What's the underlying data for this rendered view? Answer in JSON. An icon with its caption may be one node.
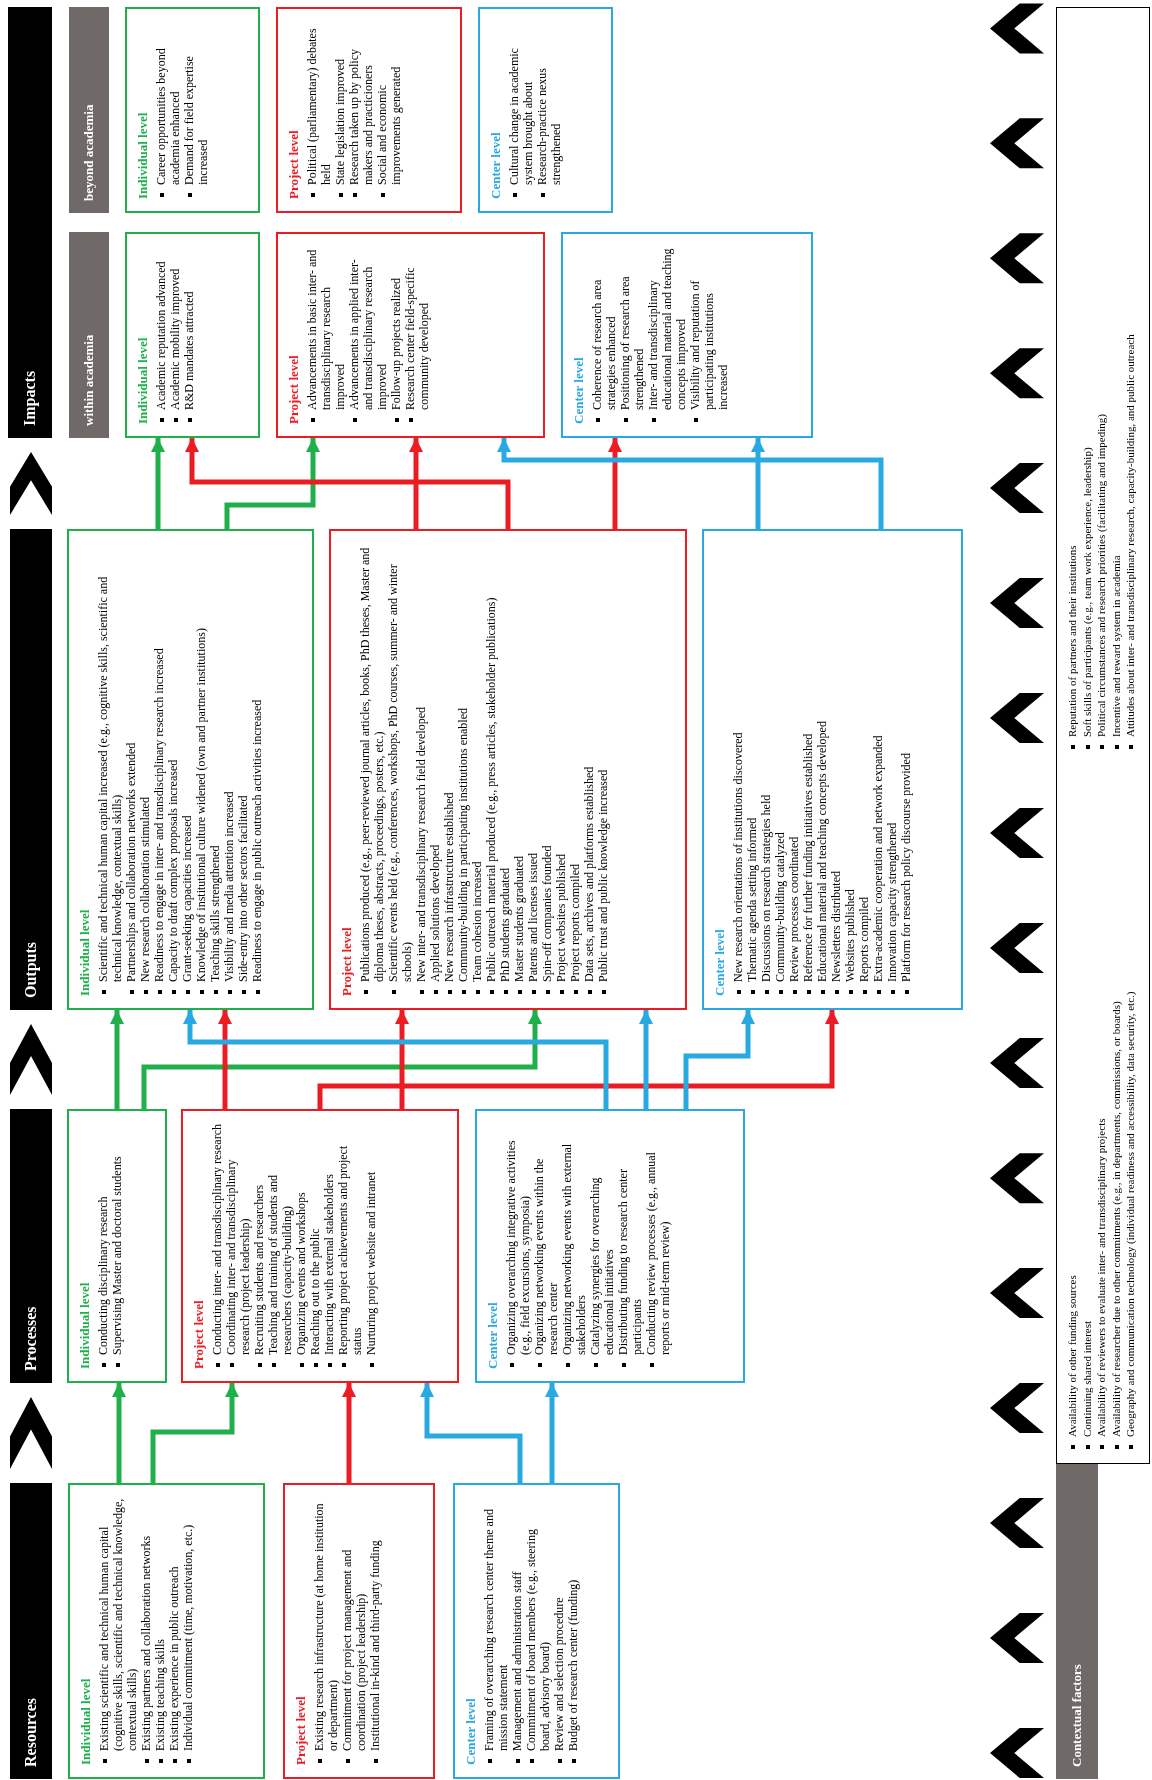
{
  "diagram": {
    "nodes": [
      {
        "text": [
          "Resources"
        ]
      },
      {
        "text": [
          "Individual level",
          "Existing scientific and technical human capital (cognitive skills, scientific and technical knowledge, contextual skills)",
          "Existing partners and collaboration networks",
          "Existing teaching skills",
          "Existing experience in public outreach",
          "Individual commitment (time, motivation, etc.)"
        ]
      },
      {
        "text": [
          "Project level",
          "Existing research infrastructure (at home institution or department)",
          "Commitment for project management and coordination (project leadership)",
          "Institutional in-kind and third-party funding"
        ]
      },
      {
        "text": [
          "Center level",
          "Framing of overarching research center theme and mission statement",
          "Management and administration staff",
          "Commitment of board members (e.g., steering board, advisory board)",
          "Review and selection procedure",
          "Budget of research center (funding)"
        ]
      },
      {
        "text": [
          "Processes"
        ]
      },
      {
        "text": [
          "Individual level",
          "Conducting disciplinary research",
          "Supervising Master and doctoral students"
        ]
      },
      {
        "text": [
          "Project level",
          "Conducting inter- and transdisciplinary research",
          "Coordinating inter- and transdisciplinary research (project leadership)",
          "Recruiting students and researchers",
          "Teaching and training of students and researchers (capacity-building)",
          "Organizing events and workshops",
          "Reaching out to the public",
          "Interacting with external stakeholders",
          "Reporting project achievements and project status",
          "Nurturing project website and intranet"
        ]
      },
      {
        "text": [
          "Center level",
          "Organizing overarching integrative activities (e.g., field excursions, symposia)",
          "Organizing networking events within the research center",
          "Organizing networking events with external stakeholders",
          "Catalyzing synergies for overarching educational initiatives",
          "Distributing funding to research center participants",
          "Conducting review processes (e.g., annual reports or mid-term review)"
        ]
      },
      {
        "text": [
          "Outputs"
        ]
      },
      {
        "text": [
          "Individual level",
          "Scientific and technical human capital increased (e.g., cognitive skills, scientific and technical knowledge, contextual skills)",
          "Partnerships and collaboration networks extended",
          "New research collaboration stimulated",
          "Readiness to engage in inter- and transdisciplinary research increased",
          "Capacity to draft complex proposals increased",
          "Grant-seeking capacities increased",
          "Knowledge of institutional culture widened (own and partner institutions)",
          "Teaching skills strengthened",
          "Visibility and media attention increased",
          "Side-entry into other sectors facilitated",
          "Readiness to engage in public outreach activities increased"
        ]
      },
      {
        "text": [
          "Project level",
          "Publications produced (e.g., peer-reviewed journal articles, books, PhD theses, Master and diploma theses, abstracts, proceedings, posters, etc.)",
          "Scientific events held (e.g., conferences, workshops, PhD courses, summer- and winter schools)",
          "New inter- and transdisciplinary research field developed",
          "Applied solutions developed",
          "New research infrastructure established",
          "Community-building in participating institutions enabled",
          "Team cohesion increased",
          "Public outreach material produced (e.g., press articles, stakeholder publications)",
          "PhD students graduated",
          "Master students graduated",
          "Patents and licenses issued",
          "Spin-off companies founded",
          "Project websites published",
          "Project reports compiled",
          "Data sets, archives and platforms established",
          "Public trust and public knowledge increased"
        ]
      },
      {
        "text": [
          "Center level",
          "New research orientations of institutions discovered",
          "Thematic agenda setting informed",
          "Discussions on research strategies held",
          "Community-building catalyzed",
          "Review processes coordinated",
          "Reference for further funding initiatives established",
          "Educational material and teaching concepts developed",
          "Newsletters distributed",
          "Websites published",
          "Reports compiled",
          "Extra-academic cooperation and network expanded",
          "Innovation capacity strengthened",
          "Platform for research policy discourse provided"
        ]
      },
      {
        "text": [
          "Impacts"
        ]
      },
      {
        "text": [
          "within academia"
        ]
      },
      {
        "text": [
          "beyond academia"
        ]
      },
      {
        "text": [
          "Individual level",
          "Academic reputation advanced",
          "Academic mobility improved",
          "R&D mandates attracted"
        ]
      },
      {
        "text": [
          "Project level",
          "Advancements in basic inter- and transdisciplinary research improved",
          "Advancements in applied inter- and transdisciplinary research improved",
          "Follow-up projects realized",
          "Research center field-specific community developed"
        ]
      },
      {
        "text": [
          "Center level",
          "Coherence of research area strategies enhanced",
          "Positioning of research area strengthened",
          "Inter- and transdisciplinary educational material and teaching concepts improved",
          "Visibility and reputation of participating institutions increased"
        ]
      },
      {
        "text": [
          "Individual level",
          "Career opportunities beyond academia enhanced",
          "Demand for field expertise increased"
        ]
      },
      {
        "text": [
          "Project level",
          "Political (parliamentary) debates held",
          "State legislation improved",
          "Research taken up by policy makers and practicioners",
          "Social and economic improvements generated"
        ]
      },
      {
        "text": [
          "Center level",
          "Cultural change in academic system brought about",
          "Research-practice nexus strengthened"
        ]
      },
      {
        "text": [
          "Contextual factors"
        ]
      },
      {
        "text": [
          "Availability of other funding sources",
          "Continuing shared interest",
          "Availability of reviewers to evaluate inter- and transdisciplinary projects",
          "Availability of researcher due to other commitments (e.g., in departments, commissions, or boards)",
          "Geography and communication technology (individual readiness and accessibility, data security, etc.)",
          "Reputation of partners and their institutions",
          "Soft skills of participants (e.g., team work experience, leadership)",
          "Political circumstances and research priorities (facilitating and impeding)",
          "Incentive and reward system in academia",
          "Attitudes about inter- and transdisciplinary research, capacity-building, and public outreach"
        ]
      }
    ],
    "edges": [
      {
        "from": 1,
        "to": 5,
        "arrow": "to",
        "color": "#1fb04b"
      },
      {
        "from": 1,
        "to": 6,
        "arrow": "to",
        "color": "#1fb04b"
      },
      {
        "from": 2,
        "to": 6,
        "arrow": "to",
        "color": "#ec1c24"
      },
      {
        "from": 3,
        "to": 6,
        "arrow": "to",
        "color": "#29a9e1"
      },
      {
        "from": 3,
        "to": 7,
        "arrow": "to",
        "color": "#29a9e1"
      },
      {
        "from": 5,
        "to": 9,
        "arrow": "to",
        "color": "#1fb04b"
      },
      {
        "from": 5,
        "to": 10,
        "arrow": "to",
        "color": "#1fb04b"
      },
      {
        "from": 6,
        "to": 9,
        "arrow": "to",
        "color": "#ec1c24"
      },
      {
        "from": 6,
        "to": 11,
        "arrow": "to",
        "color": "#ec1c24"
      },
      {
        "from": 6,
        "to": 10,
        "arrow": "to",
        "color": "#ec1c24"
      },
      {
        "from": 7,
        "to": 9,
        "arrow": "to",
        "color": "#29a9e1"
      },
      {
        "from": 7,
        "to": 10,
        "arrow": "to",
        "color": "#29a9e1"
      },
      {
        "from": 7,
        "to": 11,
        "arrow": "to",
        "color": "#29a9e1"
      },
      {
        "from": 9,
        "to": 15,
        "arrow": "to",
        "color": "#1fb04b"
      },
      {
        "from": 9,
        "to": 16,
        "arrow": "to",
        "color": "#1fb04b"
      },
      {
        "from": 10,
        "to": 16,
        "arrow": "to",
        "color": "#ec1c24"
      },
      {
        "from": 10,
        "to": 15,
        "arrow": "to",
        "color": "#ec1c24"
      },
      {
        "from": 10,
        "to": 17,
        "arrow": "to",
        "color": "#ec1c24"
      },
      {
        "from": 11,
        "to": 17,
        "arrow": "to",
        "color": "#29a9e1"
      },
      {
        "from": 11,
        "to": 16,
        "arrow": "to",
        "color": "#29a9e1"
      },
      {
        "from": 0,
        "to": 4,
        "arrow": "to",
        "style": "thick",
        "color": "#000000"
      },
      {
        "from": 4,
        "to": 8,
        "arrow": "to",
        "style": "thick",
        "color": "#000000"
      },
      {
        "from": 8,
        "to": 12,
        "arrow": "to",
        "style": "thick",
        "color": "#000000"
      },
      {
        "from": 22,
        "to": 11,
        "arrow": "to",
        "style": "thick",
        "color": "#000000"
      },
      {
        "from": 22,
        "to": 11,
        "arrow": "to",
        "style": "thick",
        "color": "#000000"
      },
      {
        "from": 22,
        "to": 11,
        "arrow": "to",
        "style": "thick",
        "color": "#000000"
      },
      {
        "from": 22,
        "to": 11,
        "arrow": "to",
        "style": "thick",
        "color": "#000000"
      },
      {
        "from": 22,
        "to": 11,
        "arrow": "to",
        "style": "thick",
        "color": "#000000"
      },
      {
        "from": 22,
        "to": 11,
        "arrow": "to",
        "style": "thick",
        "color": "#000000"
      }
    ]
  }
}
